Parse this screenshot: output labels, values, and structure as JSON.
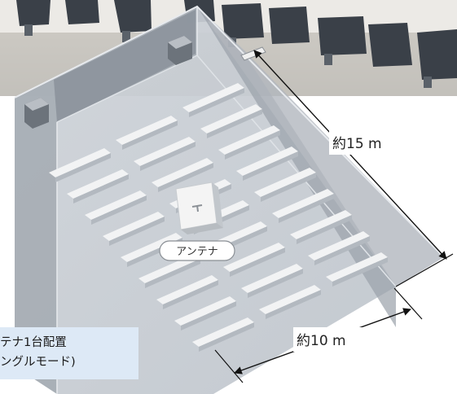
{
  "diagram": {
    "dimension_depth": "約15 m",
    "dimension_width": "約10 m",
    "antenna_label": "アンテナ"
  },
  "caption": {
    "line1": "テナ1台配置",
    "line2": "ングルモード)"
  },
  "colors": {
    "room_fill": "#c5cbd2",
    "back_wall": "#8f979f",
    "desk_top": "#f2f3f4",
    "desk_side": "#b3b9c0",
    "caption_bg": "#dde9f6",
    "photo_dark": "#3a4048"
  },
  "icons": [
    "antenna-icon",
    "speaker-icon"
  ]
}
